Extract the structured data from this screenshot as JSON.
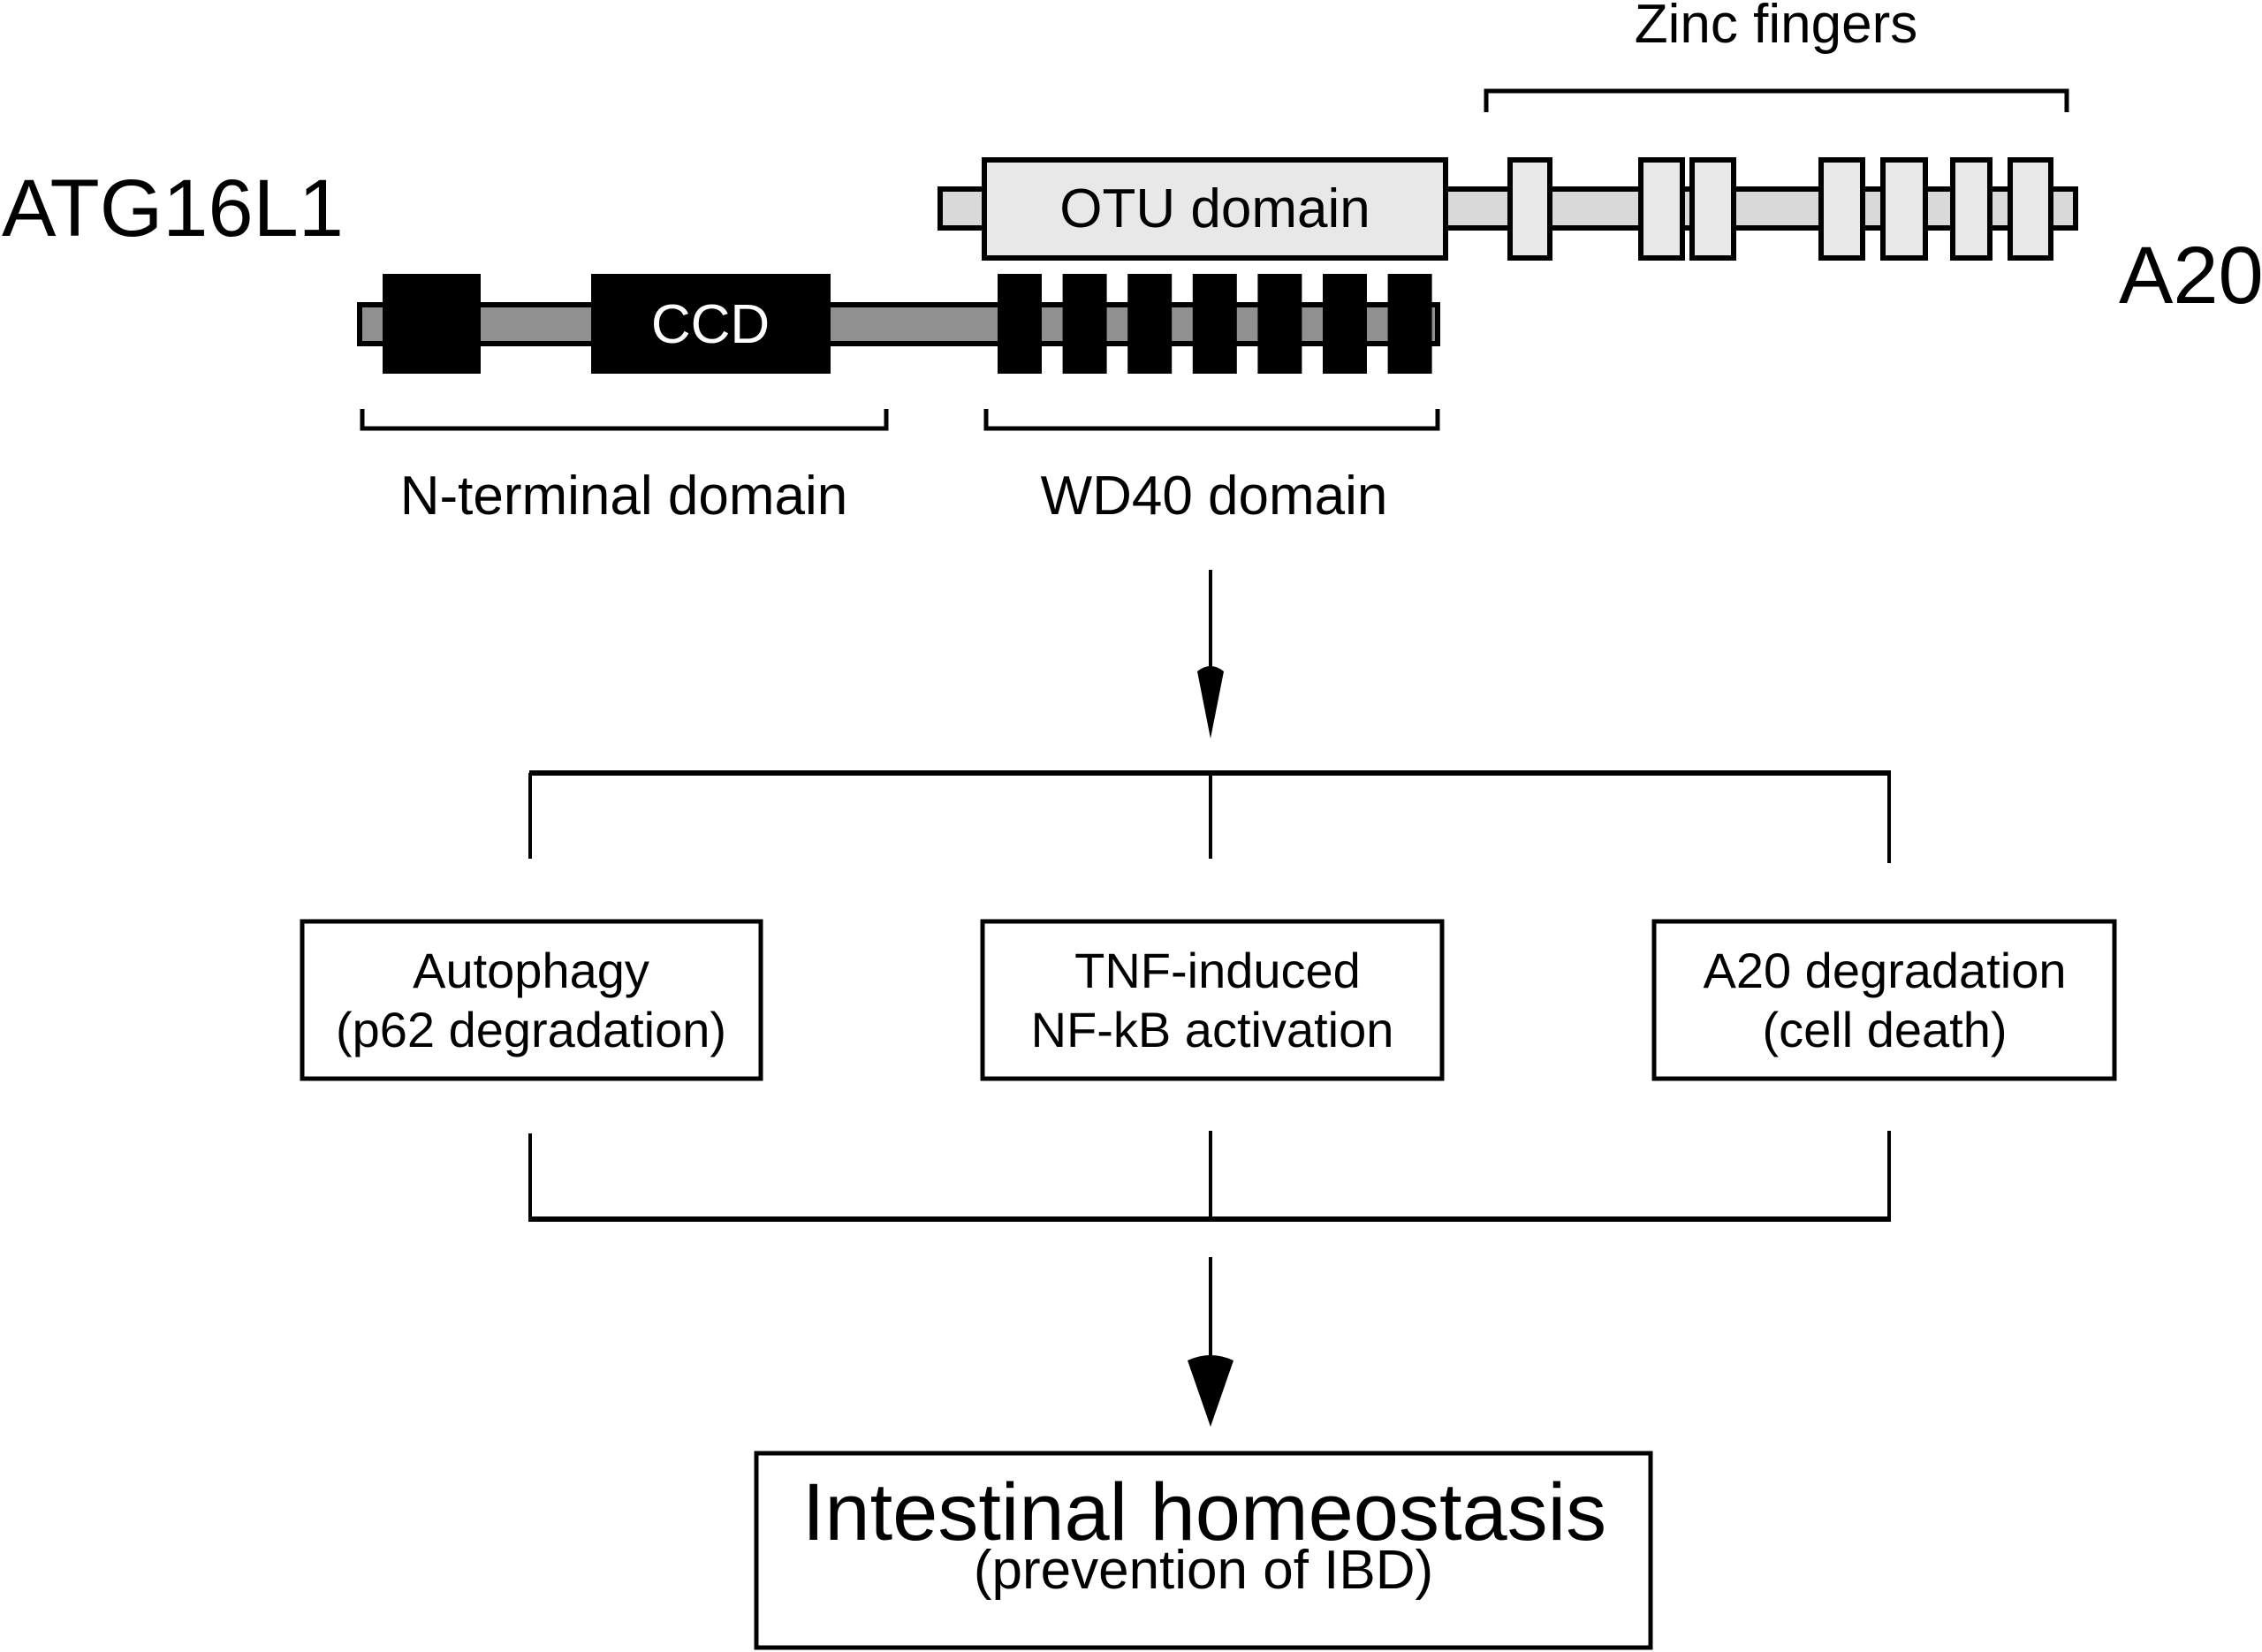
{
  "proteins": {
    "atg16l1": {
      "name": "ATG16L1",
      "bar_color": "#909090",
      "block_color": "#000000",
      "ccd_label": "CCD",
      "wd40_blade_count": 7,
      "n_terminal_label": "N-terminal domain",
      "wd40_label": "WD40 domain"
    },
    "a20": {
      "name": "A20",
      "bar_color": "#d9d9d9",
      "domain_fill": "#e8e8e8",
      "otu_label": "OTU domain",
      "zinc_finger_count": 7,
      "zinc_fingers_label": "Zinc fingers"
    }
  },
  "outcomes": [
    {
      "line1": "Autophagy",
      "line2": "(p62 degradation)"
    },
    {
      "line1": "TNF-induced",
      "line2": "NF-kB activation"
    },
    {
      "line1": "A20 degradation",
      "line2": "(cell death)"
    }
  ],
  "result": {
    "title": "Intestinal homeostasis",
    "subtitle": "(prevention of IBD)"
  }
}
